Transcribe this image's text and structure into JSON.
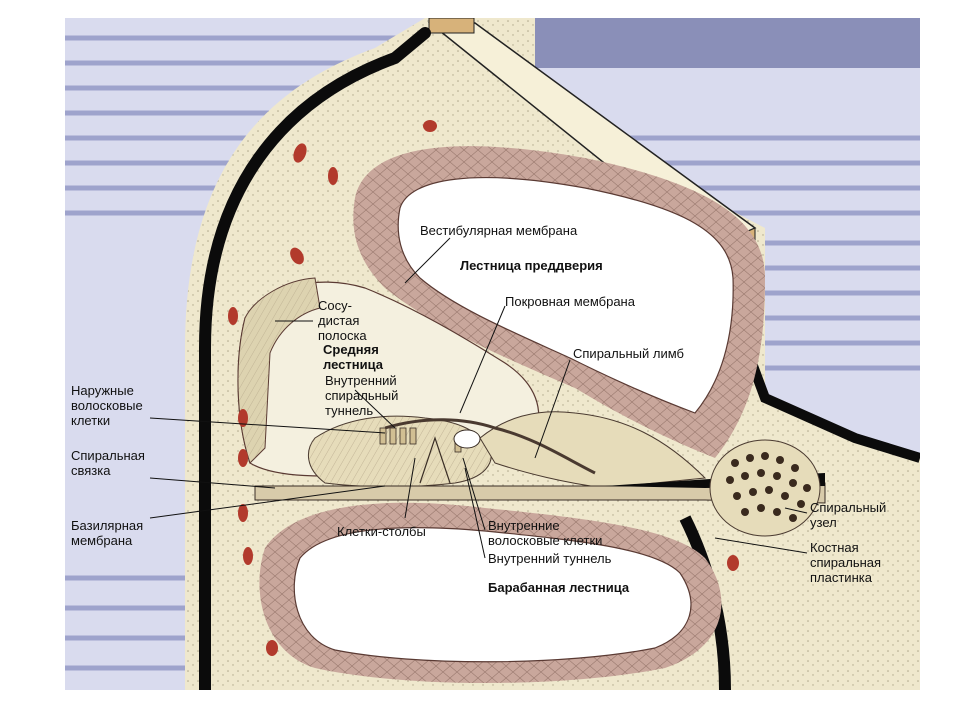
{
  "figure": {
    "labels": {
      "vestibular_membrane": "Вестибулярная мембрана",
      "scala_vestibuli": "Лестница преддверия",
      "stria_vascularis": "Сосу-\nдистая\nполоска",
      "tectorial_membrane": "Покровная мембрана",
      "scala_media": "Средняя\nлестница",
      "spiral_limbus": "Спиральный лимб",
      "inner_spiral_tunnel": "Внутренний\nспиральный\nтуннель",
      "outer_hair_cells": "Наружные\nволосковые\nклетки",
      "spiral_ligament": "Спиральная\nсвязка",
      "basilar_membrane": "Базилярная\nмембрана",
      "pillar_cells": "Клетки-столбы",
      "inner_hair_cells": "Внутренние\nволосковые клетки",
      "inner_tunnel": "Внутренний туннель",
      "scala_tympani": "Барабанная лестница",
      "spiral_ganglion": "Спиральный\nузел",
      "osseous_spiral_lamina": "Костная\nспиральная\nпластинка"
    },
    "colors": {
      "bone": "#efe8cd",
      "membrane": "#c9a79c",
      "membrane_edge": "#5a3a33",
      "outline": "#0b0b0b",
      "blood_cell": "#b23a2c",
      "scala_fill": "#ffffff",
      "background_page": "#8f94c4"
    }
  }
}
